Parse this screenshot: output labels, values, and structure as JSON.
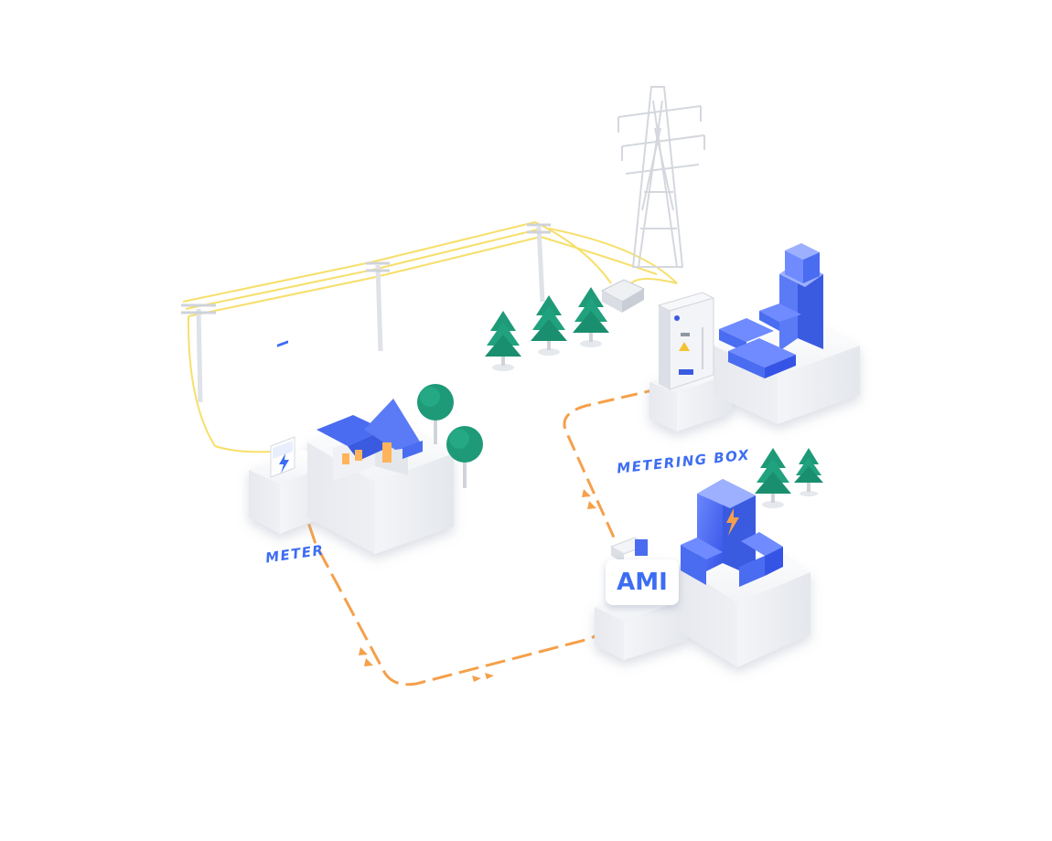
{
  "labels": {
    "meter": "METER",
    "metering_box": "METERING BOX",
    "ami": "AMI"
  },
  "colors": {
    "label_blue": "#3d6df2",
    "flow_orange": "#f5a04a",
    "power_line_yellow": "#f7df6a",
    "building_blue": "#4a6cf0",
    "tree_green": "#1e9a78",
    "platform": "#eef0f4",
    "tower_gray": "#d4d8de"
  },
  "icons": [
    "transmission-tower-icon",
    "power-pole-icon",
    "transformer-icon",
    "metering-cabinet-icon",
    "house-icon",
    "meter-icon",
    "office-building-icon",
    "ami-building-icon",
    "tree-icon",
    "lightning-icon"
  ]
}
